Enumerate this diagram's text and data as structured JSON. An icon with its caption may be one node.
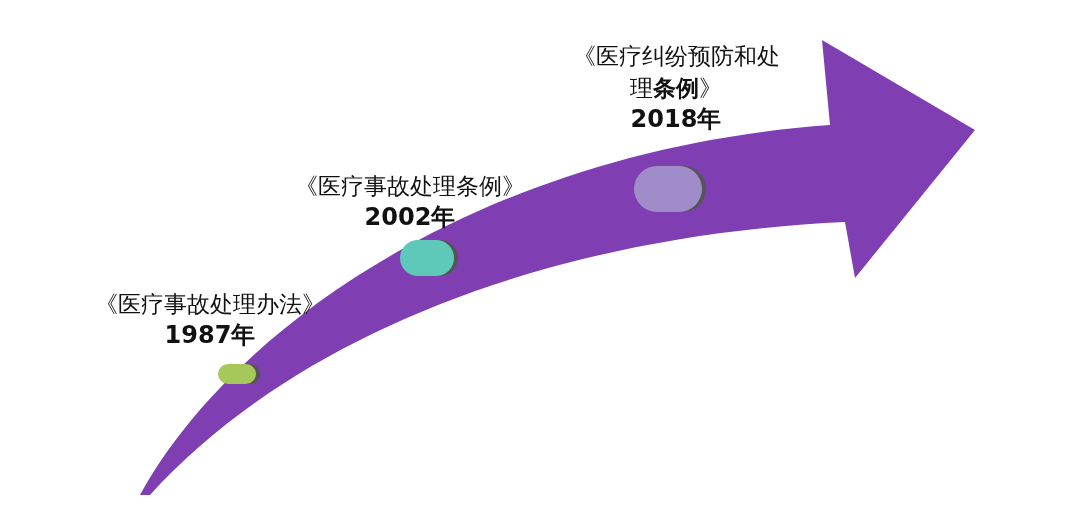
{
  "diagram": {
    "nodes": [
      {
        "text": [
          "《医疗事故处理办法》",
          "1987年"
        ]
      },
      {
        "text": [
          "《医疗事故处理条例》",
          "2002年"
        ]
      },
      {
        "text": [
          "《医疗纠纷预防和处理**条例**》",
          "2018年"
        ]
      }
    ]
  }
}
